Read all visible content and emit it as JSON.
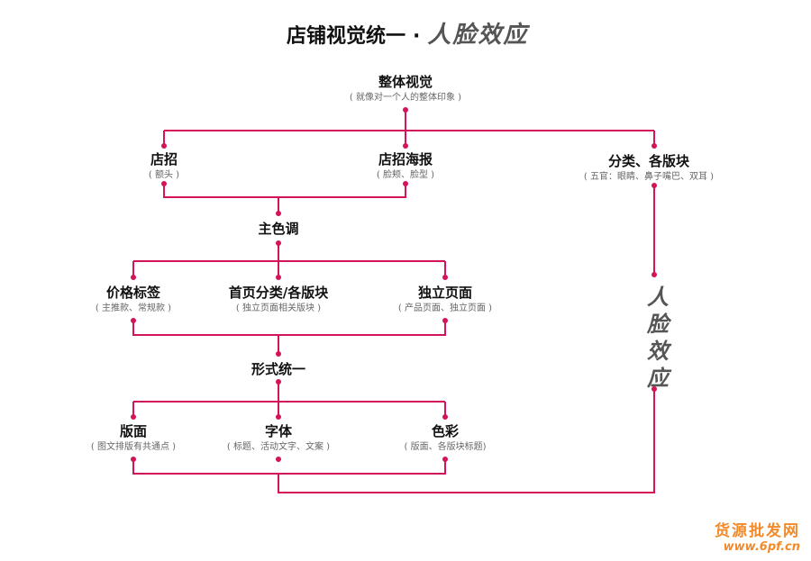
{
  "title": {
    "main": "店铺视觉统一",
    "separator": "·",
    "brush": "人脸效应"
  },
  "nodes": {
    "root": {
      "name": "整体视觉",
      "sub": "( 就像对一个人的整体印象 )"
    },
    "dianzhao": {
      "name": "店招",
      "sub": "( 额头 )"
    },
    "haibao": {
      "name": "店招海报",
      "sub": "( 脸颊、脸型 )"
    },
    "fenlei": {
      "name": "分类、各版块",
      "sub": "( 五官：眼睛、鼻子嘴巴、双耳 )"
    },
    "zhuse": {
      "name": "主色调",
      "sub": ""
    },
    "jiage": {
      "name": "价格标签",
      "sub": "( 主推款、常规款 )"
    },
    "shouye": {
      "name": "首页分类/各版块",
      "sub": "( 独立页面相关版块 )"
    },
    "duli": {
      "name": "独立页面",
      "sub": "( 产品页面、独立页面 )"
    },
    "xingshi": {
      "name": "形式统一",
      "sub": ""
    },
    "banmian": {
      "name": "版面",
      "sub": "( 图文排版有共通点 )"
    },
    "ziti": {
      "name": "字体",
      "sub": "( 标题、活动文字、文案 )"
    },
    "secai": {
      "name": "色彩",
      "sub": "( 版面、各版块标题)"
    }
  },
  "side_label": [
    "人",
    "脸",
    "效",
    "应"
  ],
  "watermark": {
    "line1": "货源批发网",
    "line2": "www.6pf.cn"
  },
  "colors": {
    "line": "#d4145a",
    "text": "#111111",
    "sub": "#666666",
    "watermark": "#f28a2a"
  }
}
